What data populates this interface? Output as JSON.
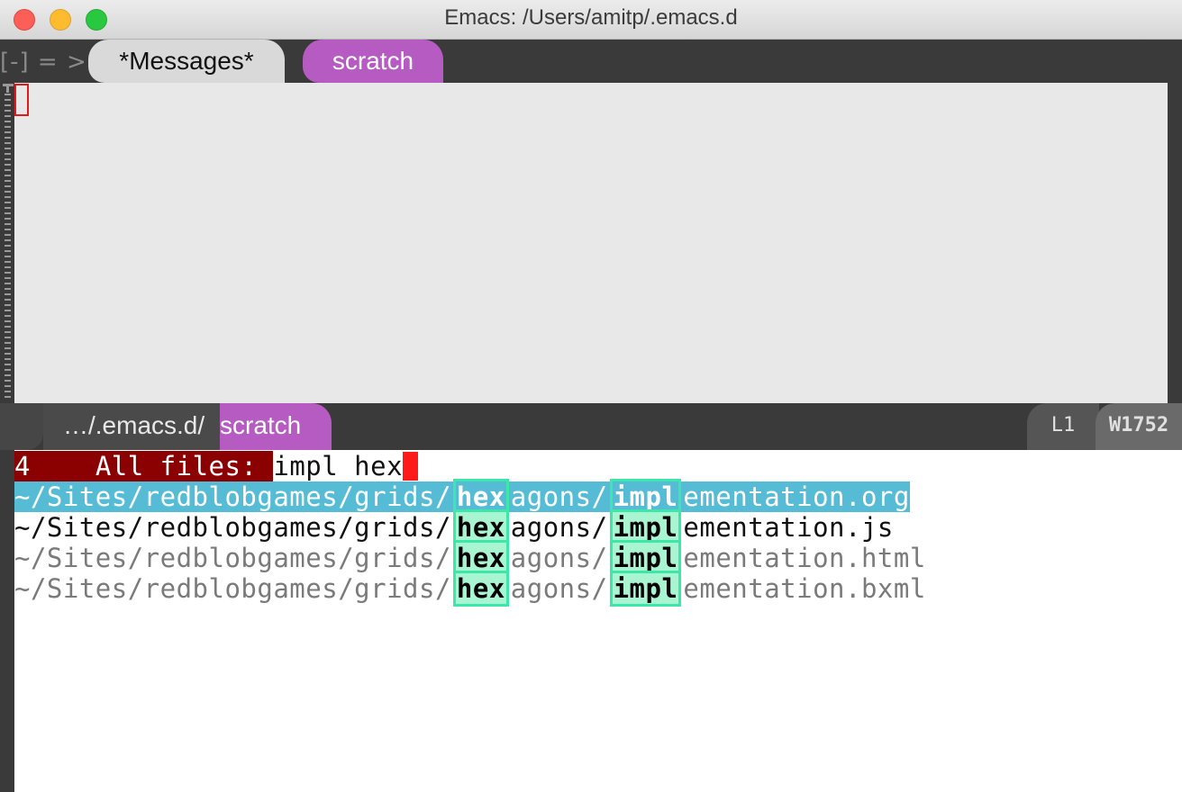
{
  "window": {
    "title": "Emacs: /Users/amitp/.emacs.d"
  },
  "tabbar": {
    "nav": "[-] = >",
    "tabs": [
      {
        "label": "*Messages*",
        "active": false
      },
      {
        "label": "scratch",
        "active": true
      }
    ]
  },
  "modeline": {
    "path": "…/.emacs.d/",
    "buffer_name": "scratch",
    "line": "L1",
    "words": "W1752"
  },
  "minibuffer": {
    "count": "4",
    "prompt": "All files: ",
    "input": "impl hex",
    "candidates": [
      {
        "prefix": "~/Sites/redblobgames/grids/",
        "match1": "hex",
        "middle": "agons/",
        "match2": "impl",
        "suffix": "ementation.org",
        "state": "selected"
      },
      {
        "prefix": "~/Sites/redblobgames/grids/",
        "match1": "hex",
        "middle": "agons/",
        "match2": "impl",
        "suffix": "ementation.js",
        "state": "normal"
      },
      {
        "prefix": "~/Sites/redblobgames/grids/",
        "match1": "hex",
        "middle": "agons/",
        "match2": "impl",
        "suffix": "ementation.html",
        "state": "dim"
      },
      {
        "prefix": "~/Sites/redblobgames/grids/",
        "match1": "hex",
        "middle": "agons/",
        "match2": "impl",
        "suffix": "ementation.bxml",
        "state": "dim"
      }
    ]
  },
  "colors": {
    "accent": "#b65bc1",
    "selection": "#56bcd6",
    "match_highlight": "#3de6a9",
    "prompt_bg": "#8b0000",
    "cursor": "#ff1a1a"
  }
}
